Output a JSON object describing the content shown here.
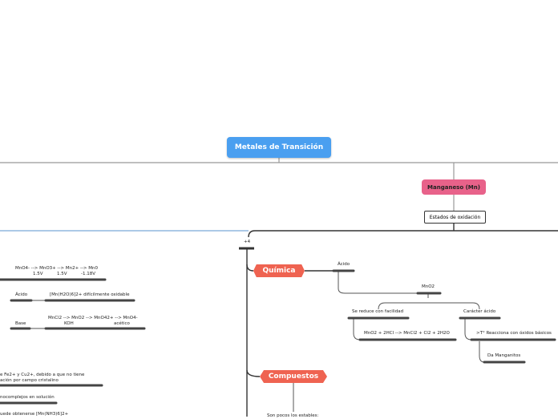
{
  "root": {
    "label": "Metales de Transición"
  },
  "manganeso": {
    "label": "Manganeso (Mn)"
  },
  "estados": {
    "label": "Estados de oxidación"
  },
  "ox_state": {
    "label": "+4"
  },
  "quimica": {
    "label": "Química",
    "acido": "Ácido",
    "mno2": "MnO2",
    "reduce": "Se reduce con facilidad",
    "reaction": "MnO2 + 2HCl --> MnCl2 + Cl2 + 2H2O",
    "caracter": "Carácter ácido",
    "reacciona": ">T° Reacciona con óxidos básicos",
    "manganitos": "Da Manganitos"
  },
  "compuestos": {
    "label": "Compuestos",
    "child": "Son pocos los estables:"
  },
  "left": {
    "reduction_chain": "MnO4- --> MnO3+ --> Mn2+ --> Mn0",
    "reduction_potentials": "1.5V          1.5V          -1.18V",
    "acido": "Ácido",
    "complex": "[Mn(H2O)6]2+ difícilmente oxidable",
    "base": "Base",
    "base_chain": "MnCl2 --> MnO2 --> MnO42+ --> MnO4-",
    "base_koh": "KOH",
    "base_acetico": "acético",
    "fe_line1": "e Fe2+ y Cu2+, debido a que no tiene",
    "fe_line2": "ación por campo cristalino",
    "complejos": "nocomplejos en solución",
    "obtener": "uede obtenerse [Mn(NH3)6]2+"
  }
}
